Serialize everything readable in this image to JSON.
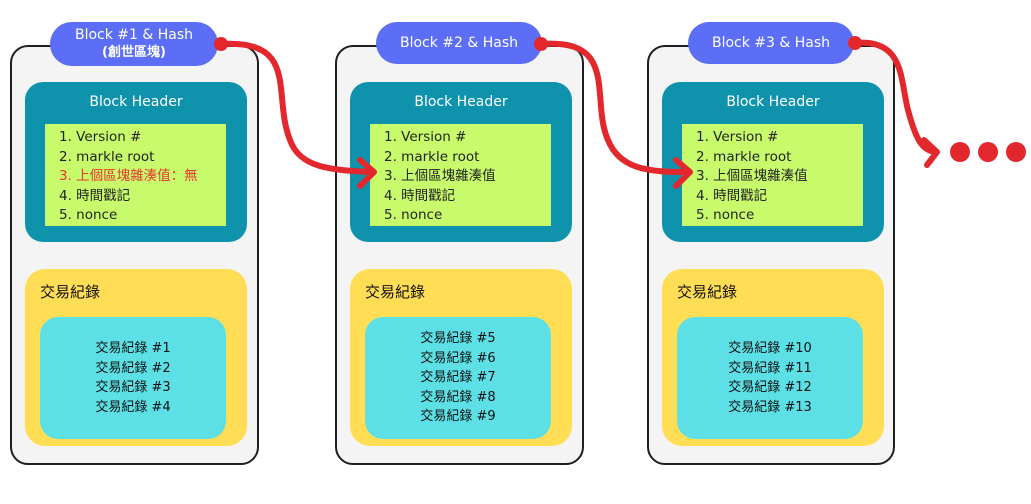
{
  "blocks": [
    {
      "pill_line1": "Block #1 & Hash",
      "pill_line2": "(創世區塊)",
      "header_title": "Block Header",
      "fields": [
        "1. Version #",
        "2. markle root",
        "3. 上個區塊雜湊值：無",
        "4. 時間戳記",
        "5. nonce"
      ],
      "tx_title": "交易紀錄",
      "transactions": [
        "交易紀錄 #1",
        "交易紀錄 #2",
        "交易紀錄 #3",
        "交易紀錄 #4"
      ]
    },
    {
      "pill_line1": "Block #2 & Hash",
      "header_title": "Block Header",
      "fields": [
        "1. Version #",
        "2. markle root",
        "3. 上個區塊雜湊值",
        "4. 時間戳記",
        "5. nonce"
      ],
      "tx_title": "交易紀錄",
      "transactions": [
        "交易紀錄 #5",
        "交易紀錄 #6",
        "交易紀錄 #7",
        "交易紀錄 #8",
        "交易紀錄 #9"
      ]
    },
    {
      "pill_line1": "Block #3 & Hash",
      "header_title": "Block Header",
      "fields": [
        "1. Version #",
        "2. markle root",
        "3. 上個區塊雜湊值",
        "4. 時間戳記",
        "5. nonce"
      ],
      "tx_title": "交易紀錄",
      "transactions": [
        "交易紀錄 #10",
        "交易紀錄 #11",
        "交易紀錄 #12",
        "交易紀錄 #13"
      ]
    }
  ],
  "colors": {
    "pill": "#5b6ef5",
    "header": "#0f93ad",
    "fields": "#c8fb6c",
    "tx_outer": "#ffdd55",
    "tx_inner": "#5ce0e6",
    "arrow": "#e3282d",
    "genesis_note": "#e8362f"
  }
}
